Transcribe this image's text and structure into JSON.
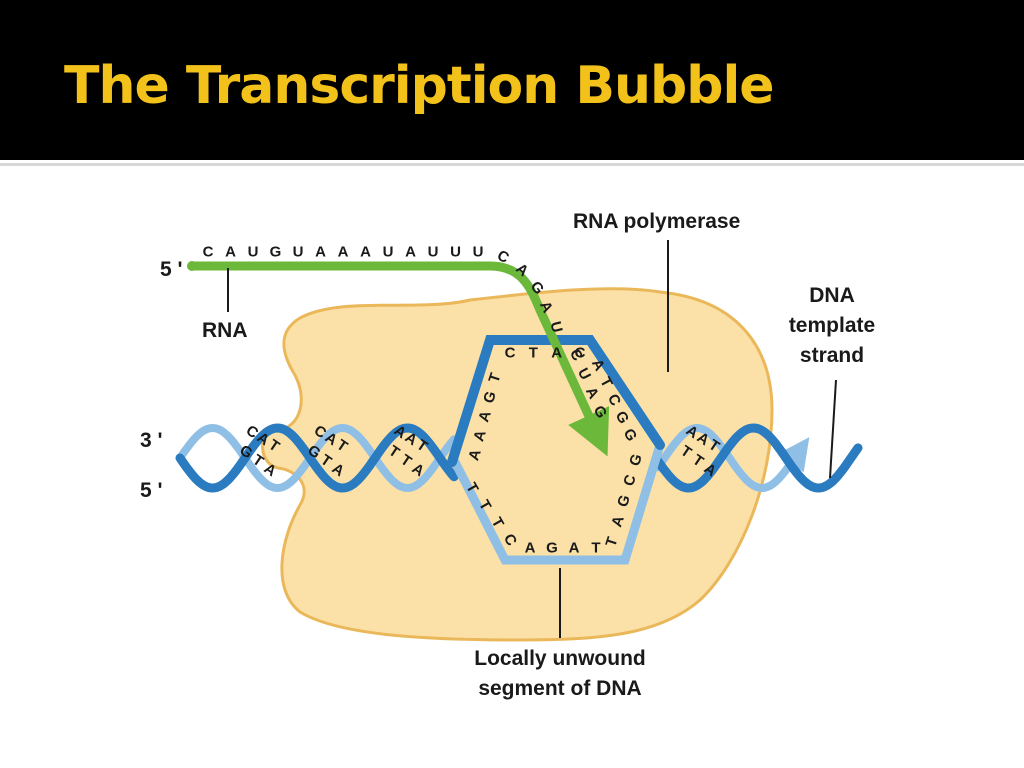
{
  "title": "The Transcription Bubble",
  "colors": {
    "title": "#f2c21b",
    "polymerase_fill": "#fbe1a8",
    "polymerase_edge": "#eab85a",
    "template_strand": "#2a7bbf",
    "coding_strand": "#90bfe6",
    "rna": "#6cb83a"
  },
  "labels": {
    "rna_5prime": "5 '",
    "dna_3prime": "3 '",
    "dna_5prime": "5 '",
    "rna": "RNA",
    "rna_polymerase": "RNA polymerase",
    "dna_template_line1": "DNA",
    "dna_template_line2": "template",
    "dna_template_line3": "strand",
    "unwound_line1": "Locally unwound",
    "unwound_line2": "segment of DNA"
  },
  "sequences": {
    "rna_straight": [
      "C",
      "A",
      "U",
      "G",
      "U",
      "A",
      "A",
      "A",
      "U",
      "A",
      "U",
      "U",
      "U"
    ],
    "rna_curve": [
      "C",
      "A",
      "G",
      "A",
      "U"
    ],
    "rna_paired": [
      "C",
      "U",
      "A",
      "G"
    ],
    "bubble_top_inner": [
      "C",
      "T",
      "A",
      "C"
    ],
    "bubble_left_inner": [
      "T",
      "G",
      "A",
      "A",
      "A"
    ],
    "bubble_right_inner": [
      "A",
      "T",
      "C",
      "G",
      "G"
    ],
    "bubble_left_outer": [
      "T",
      "T",
      "T",
      "C"
    ],
    "bubble_bottom_inner": [
      "A",
      "G",
      "A",
      "T"
    ],
    "bubble_right_outer": [
      "T",
      "A",
      "G",
      "C",
      "G"
    ],
    "helix_pairs": [
      {
        "top": "CAT",
        "bottom": "GTA"
      },
      {
        "top": "CAT",
        "bottom": "GTA"
      },
      {
        "top": "AAT",
        "bottom": "TTA"
      },
      {
        "top": "AAT",
        "bottom": "TTA"
      }
    ]
  }
}
